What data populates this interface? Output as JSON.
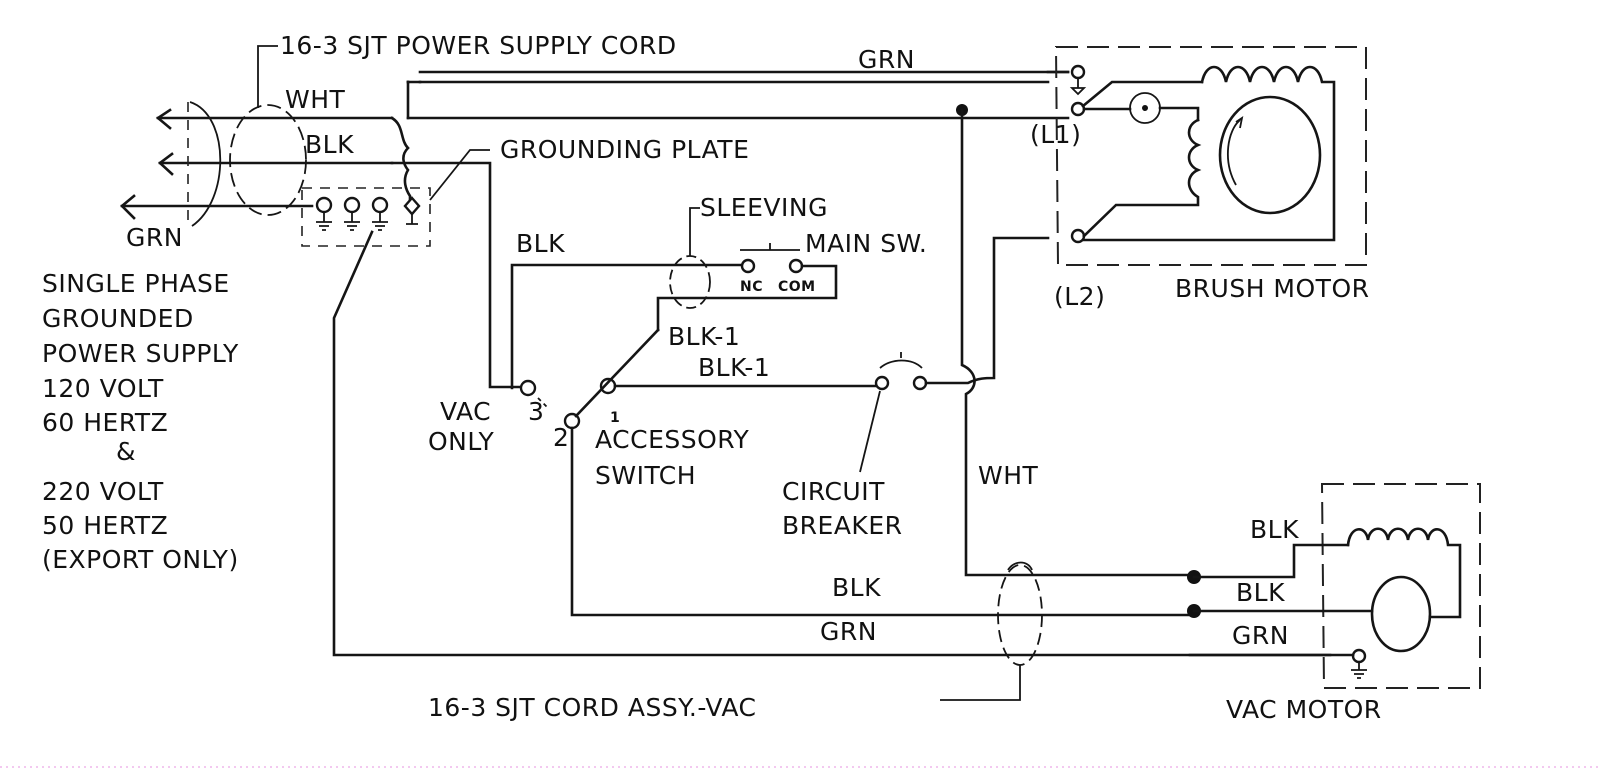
{
  "diagram": {
    "type": "electrical wiring schematic",
    "subject": "vacuum cleaner with brush motor and vac motor",
    "labels": {
      "power_cord": "16-3 SJT POWER SUPPLY CORD",
      "grounding_plate": "GROUNDING PLATE",
      "sleeving": "SLEEVING",
      "main_switch": "MAIN SW.",
      "main_switch_nc": "NC",
      "main_switch_com": "COM",
      "accessory_switch_line1": "ACCESSORY",
      "accessory_switch_line2": "SWITCH",
      "vac_only_line1": "VAC",
      "vac_only_line2": "ONLY",
      "switch_pos_1": "1",
      "switch_pos_2": "2",
      "switch_pos_3": "3",
      "circuit_breaker_line1": "CIRCUIT",
      "circuit_breaker_line2": "BREAKER",
      "brush_motor": "BRUSH MOTOR",
      "l1": "(L1)",
      "l2": "(L2)",
      "vac_motor": "VAC MOTOR",
      "vac_cord": "16-3 SJT CORD ASSY.-VAC"
    },
    "power_supply_note": [
      "SINGLE PHASE",
      "GROUNDED",
      "POWER SUPPLY",
      "120 VOLT",
      "60 HERTZ",
      "&",
      "220 VOLT",
      "50 HERTZ",
      "(EXPORT ONLY)"
    ],
    "wire_labels": {
      "top_grn": "GRN",
      "cord_wht": "WHT",
      "cord_blk": "BLK",
      "cord_grn": "GRN",
      "main_sw_blk": "BLK",
      "blk1_a": "BLK-1",
      "blk1_b": "BLK-1",
      "wht_vertical": "WHT",
      "bottom_blk": "BLK",
      "bottom_grn": "GRN",
      "vac_blk_top": "BLK",
      "vac_blk_mid": "BLK",
      "vac_grn": "GRN"
    },
    "colors": {
      "ink": "#151515",
      "paper": "#ffffff",
      "edge_band": "#f3c9f0"
    }
  }
}
